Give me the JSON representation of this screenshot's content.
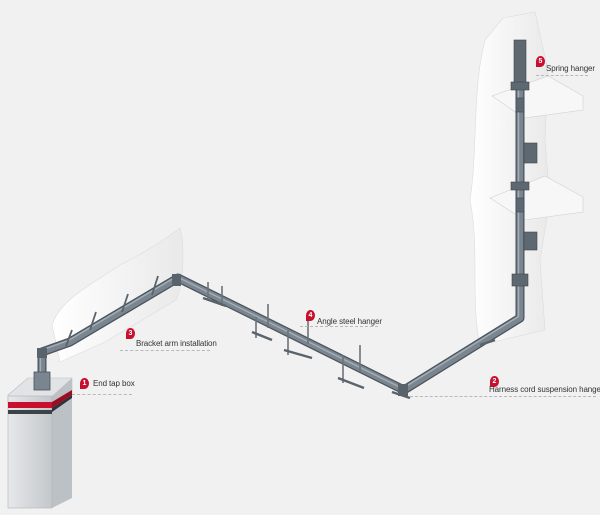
{
  "callouts": [
    {
      "number": "1",
      "label": "End tap box"
    },
    {
      "number": "2",
      "label": "Harness cord suspension hanger"
    },
    {
      "number": "3",
      "label": "Bracket arm installation"
    },
    {
      "number": "4",
      "label": "Angle steel hanger"
    },
    {
      "number": "5",
      "label": "Spring hanger"
    }
  ],
  "colors": {
    "background": "#f1f1f1",
    "busway": "#6f7a84",
    "busway_dark": "#4a545d",
    "busway_light": "#9aa4ad",
    "wall": "#ffffff",
    "cabinet": "#d4d7da",
    "cabinet_stripe": "#c8102e",
    "callout_pin": "#c8102e"
  }
}
